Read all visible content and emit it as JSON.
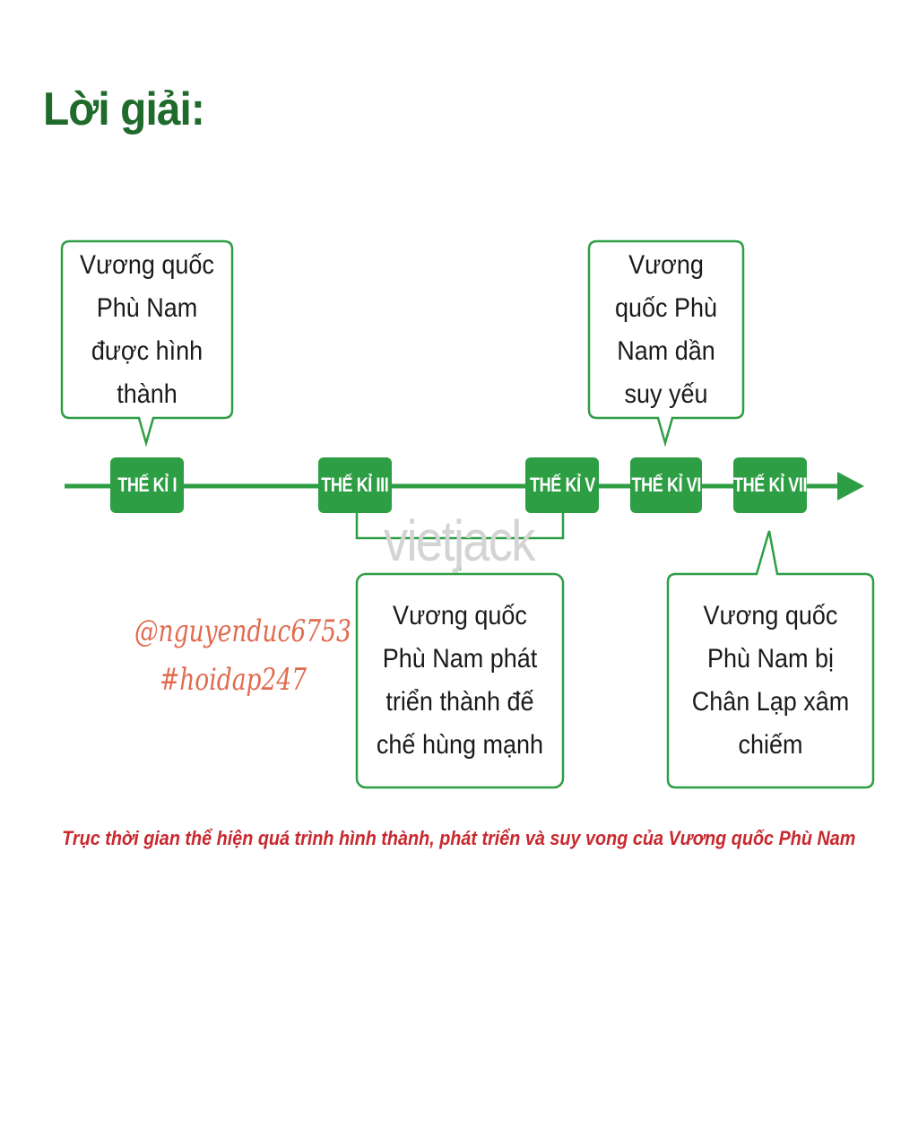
{
  "heading": "Lời giải:",
  "timeline": {
    "centuries": [
      "THẾ KỈ I",
      "THẾ KỈ III",
      "THẾ KỈ V",
      "THẾ KỈ VI",
      "THẾ KỈ VII"
    ],
    "events": [
      {
        "text": "Vương quốc Phù Nam được hình thành",
        "at": "THẾ KỈ I"
      },
      {
        "text": "Vương quốc Phù Nam dần suy yếu",
        "at": "THẾ KỈ VI"
      },
      {
        "text": "Vương quốc Phù Nam phát triển thành đế chế hùng mạnh",
        "from": "THẾ KỈ III",
        "to": "THẾ KỈ V"
      },
      {
        "text": "Vương quốc Phù Nam bị Chân Lạp xâm chiếm",
        "at": "THẾ KỈ VII"
      }
    ]
  },
  "watermark": "vietjack",
  "handwriting": [
    "@nguyenduc6753",
    "#hoidap247"
  ],
  "caption": "Trục thời gian thể hiện quá trình hình thành, phát triển và suy vong của Vương quốc Phù Nam",
  "colors": {
    "green": "#2e9e44",
    "dark_green": "#1f6b2c",
    "caption_red": "#c8282e",
    "handwriting": "#e06b4f"
  }
}
